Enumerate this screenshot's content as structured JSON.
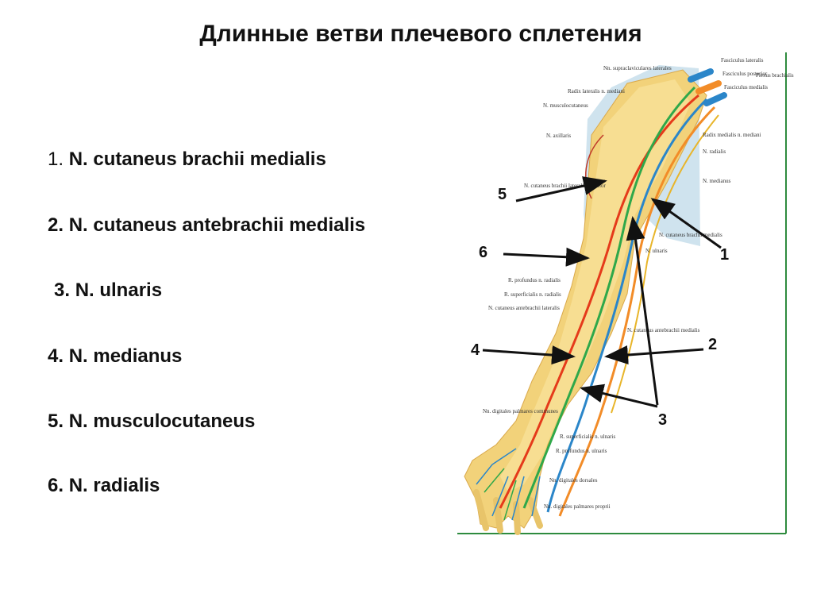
{
  "title": "Длинные ветви плечевого сплетения",
  "list": [
    {
      "num": "1. ",
      "text": "N. cutaneus brachii medialis"
    },
    {
      "num": "2. ",
      "text": "N. cutaneus antebrachii medialis"
    },
    {
      "num": "3. ",
      "text": "N. ulnaris"
    },
    {
      "num": "4. ",
      "text": "N. medianus"
    },
    {
      "num": "5. ",
      "text": "N. musculocutaneus"
    },
    {
      "num": "6. ",
      "text": "N. radialis"
    }
  ],
  "callouts": [
    "1",
    "2",
    "3",
    "4",
    "5",
    "6"
  ],
  "figure_labels": {
    "supraclav": "Nn. supraclaviculares laterales",
    "fasc_lat": "Fasciculus lateralis",
    "fasc_post": "Fasciculus posterior",
    "fasc_med": "Fasciculus medialis",
    "plexus": "Plexus brachialis",
    "radix_lat": "Radix lateralis n. mediani",
    "musculocut": "N. musculocutaneus",
    "radix_med": "Radix medialis n. mediani",
    "axillaris": "N. axillaris",
    "radialis": "N. radialis",
    "medianus": "N. medianus",
    "cut_brachii_lat": "N. cutaneus brachii lateralis superior",
    "cut_brachii_med": "N. cutaneus brachii medialis",
    "ulnaris": "N. ulnaris",
    "prof_rad": "R. profundus n. radialis",
    "sup_rad": "R. superficialis n. radialis",
    "cut_antebr_lat": "N. cutaneus antebrachii lateralis",
    "cut_antebr_med": "N. cutaneus antebrachii medialis",
    "dig_palm_comm": "Nn. digitales palmares communes",
    "sup_uln": "R. superficialis n. ulnaris",
    "prof_uln": "R. profundus n. ulnaris",
    "dig_dors": "Nn. digitales dorsales",
    "dig_palm_propr": "Nn. digitales palmares proprii"
  }
}
